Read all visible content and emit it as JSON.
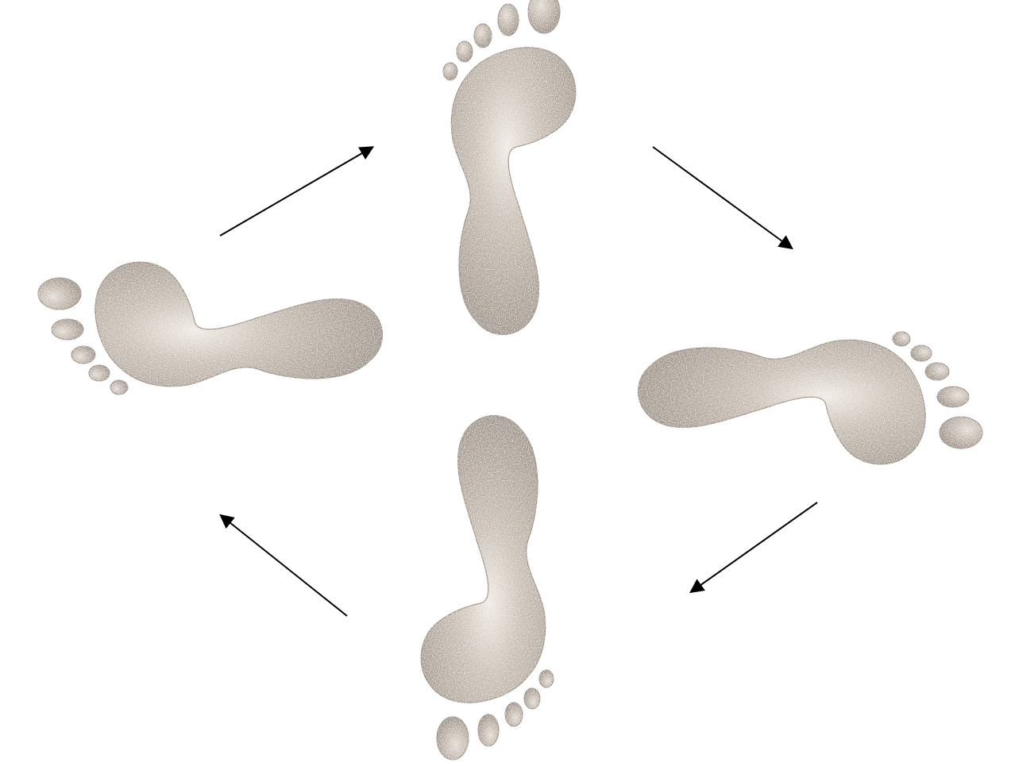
{
  "diagram": {
    "background_color": "#ffffff",
    "footprint_color": "#b7ab9f",
    "footprint_edge_color": "#8e8276",
    "arrow_color": "#000000",
    "footprints": [
      {
        "name": "footprint-top",
        "points_toward": "up"
      },
      {
        "name": "footprint-right",
        "points_toward": "right"
      },
      {
        "name": "footprint-bottom",
        "points_toward": "down"
      },
      {
        "name": "footprint-left",
        "points_toward": "left"
      }
    ],
    "arrows": [
      {
        "name": "arrow-left-to-top",
        "direction": "up-right"
      },
      {
        "name": "arrow-top-to-right",
        "direction": "down-right"
      },
      {
        "name": "arrow-right-to-bottom",
        "direction": "down-left"
      },
      {
        "name": "arrow-bottom-to-left",
        "direction": "up-left"
      }
    ],
    "flow": "clockwise"
  }
}
